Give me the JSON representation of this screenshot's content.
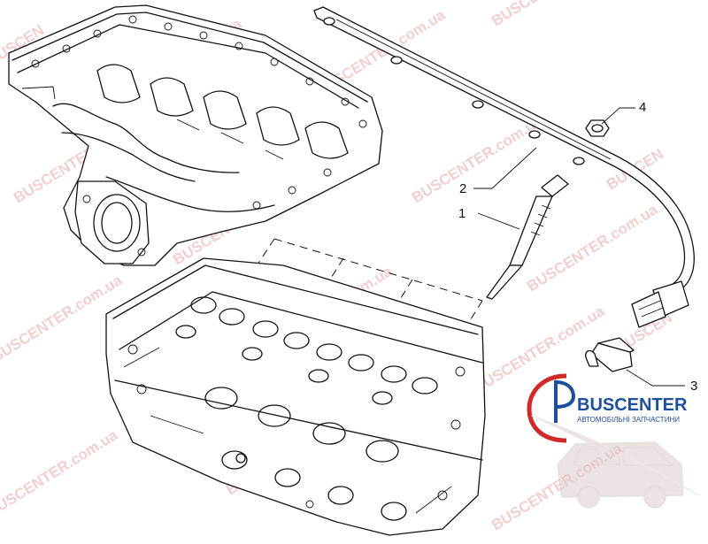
{
  "watermark": {
    "text": "BUSCENTER.com.ua",
    "short": "BUSCEN"
  },
  "callouts": [
    {
      "number": "1"
    },
    {
      "number": "2"
    },
    {
      "number": "3"
    },
    {
      "number": "4"
    }
  ],
  "logo": {
    "title": "BUSCENTER",
    "subtitle": "АВТОМОБІЛЬНІ ЗАПЧАСТИНИ"
  },
  "colors": {
    "watermark": "#e8a8a8",
    "logo_blue": "#1d4f9a",
    "logo_red": "#d02a2a",
    "line": "#111111"
  }
}
